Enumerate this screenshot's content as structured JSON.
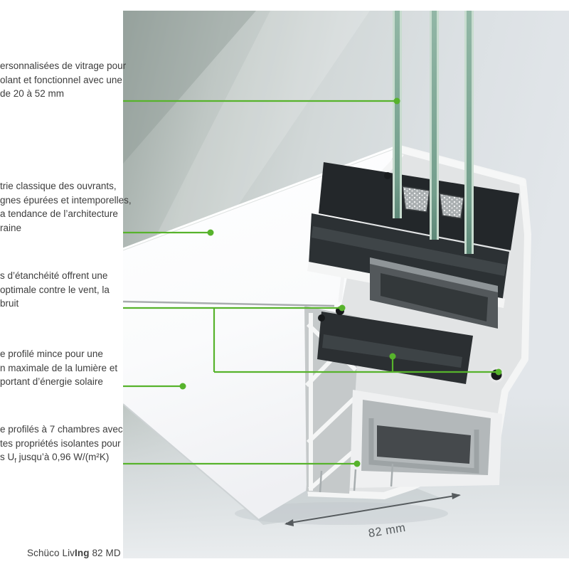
{
  "product": {
    "caption_pre": "Schüco Liv",
    "caption_bold": "Ing",
    "caption_post": " 82 MD"
  },
  "dimension_label": "82 mm",
  "colors": {
    "accent_green": "#57b32c",
    "note_text": "#3d3d3d",
    "dimension_gray": "#565b5e",
    "glass_green_core": "#7fa795",
    "glass_green_edge": "#c8dccf",
    "pvc_white": "#fdfdfe",
    "gasket_black": "#17191b"
  },
  "notes": [
    {
      "id": "glazing-options",
      "lines": [
        "ersonnalisées de vitrage pour",
        "olant et fonctionnel avec une",
        "de 20 à 52 mm"
      ]
    },
    {
      "id": "classic-geometry",
      "lines": [
        "trie classique des ouvrants,",
        "gnes épurées et intemporelles,",
        "a tendance de l’architecture",
        "raine"
      ]
    },
    {
      "id": "sealing-levels",
      "lines": [
        "s d’étanchéité offrent une",
        "optimale contre le vent, la",
        "bruit"
      ]
    },
    {
      "id": "slim-profile-face",
      "lines": [
        "e profilé mince pour une",
        "n maximale de la lumière et",
        "portant d’énergie solaire"
      ]
    },
    {
      "id": "seven-chambers",
      "lines": [
        "e profilés à 7 chambres avec",
        "tes propriétés isolantes pour"
      ],
      "uf_line": {
        "pre": "s U",
        "sub": "f",
        "post": " jusqu’à 0,96 W/(m²K)"
      }
    }
  ]
}
